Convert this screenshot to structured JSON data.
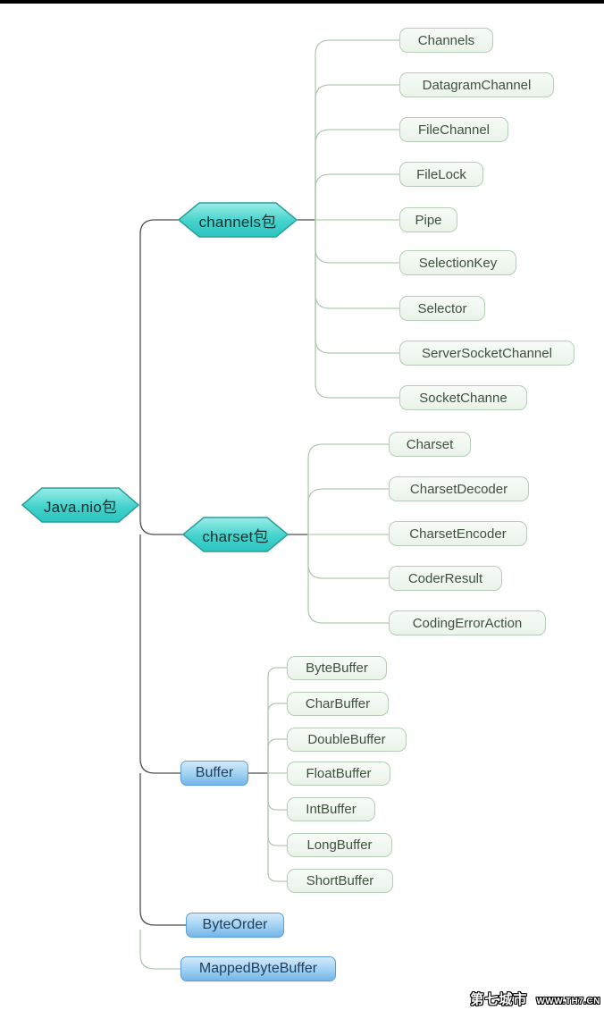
{
  "diagram": {
    "type": "mindmap",
    "root": {
      "label": "Java.nio包"
    },
    "branches": [
      {
        "label": "channels包",
        "shape": "hexagon",
        "children": [
          "Channels",
          "DatagramChannel",
          "FileChannel",
          "FileLock",
          "Pipe",
          "SelectionKey",
          "Selector",
          "ServerSocketChannel",
          "SocketChanne"
        ]
      },
      {
        "label": "charset包",
        "shape": "hexagon",
        "children": [
          "Charset",
          "CharsetDecoder",
          "CharsetEncoder",
          "CoderResult",
          "CodingErrorAction"
        ]
      },
      {
        "label": "Buffer",
        "shape": "rounded-rect",
        "children": [
          "ByteBuffer",
          "CharBuffer",
          "DoubleBuffer",
          "FloatBuffer",
          "IntBuffer",
          "LongBuffer",
          "ShortBuffer"
        ]
      },
      {
        "label": "ByteOrder",
        "shape": "rounded-rect",
        "children": []
      },
      {
        "label": "MappedByteBuffer",
        "shape": "rounded-rect",
        "children": []
      }
    ],
    "colors": {
      "hexagon_top": "#97ebe5",
      "hexagon_bottom": "#2cc5c1",
      "hexagon_border": "#2a9e9b",
      "blue_box_top": "#d3ebfb",
      "blue_box_bottom": "#74b5e8",
      "blue_box_border": "#5d9fd4",
      "leaf_fill": "#eef5ee",
      "leaf_border": "#b7cdb7",
      "connector_dark": "#4d4d4d",
      "connector_light": "#b2c9b2"
    }
  },
  "watermark": {
    "site_name": "第七城市",
    "site_url": "WWW.TH7.CN"
  }
}
